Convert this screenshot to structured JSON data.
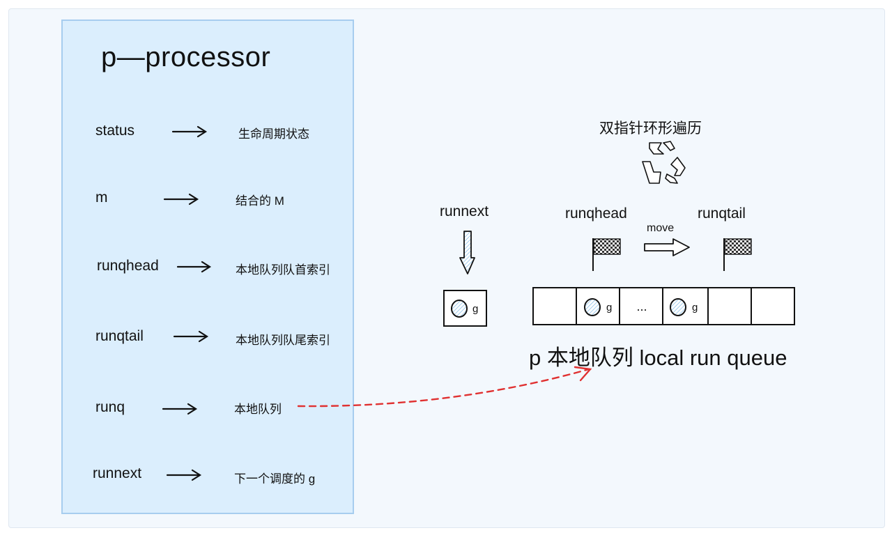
{
  "panel": {
    "title": "p—processor",
    "fields": [
      {
        "name": "status",
        "desc": "生命周期状态"
      },
      {
        "name": "m",
        "desc": "结合的 M"
      },
      {
        "name": "runqhead",
        "desc": "本地队列队首索引"
      },
      {
        "name": "runqtail",
        "desc": "本地队列队尾索引"
      },
      {
        "name": "runq",
        "desc": "本地队列"
      },
      {
        "name": "runnext",
        "desc": "下一个调度的 g"
      }
    ]
  },
  "queue": {
    "cycle_label": "双指针环形遍历",
    "runnext_label": "runnext",
    "runqhead_label": "runqhead",
    "runqtail_label": "runqtail",
    "move_label": "move",
    "g_label": "g",
    "ellipsis": "...",
    "caption": "p 本地队列 local run queue"
  },
  "icons": [
    "recycle-icon",
    "checkered-flag-icon",
    "down-arrow-icon",
    "right-arrow-icon",
    "goroutine-circle-icon"
  ],
  "colors": {
    "panel_fill": "#dbeefd",
    "panel_border": "#a7cdef",
    "dashed_arrow": "#e03131"
  }
}
